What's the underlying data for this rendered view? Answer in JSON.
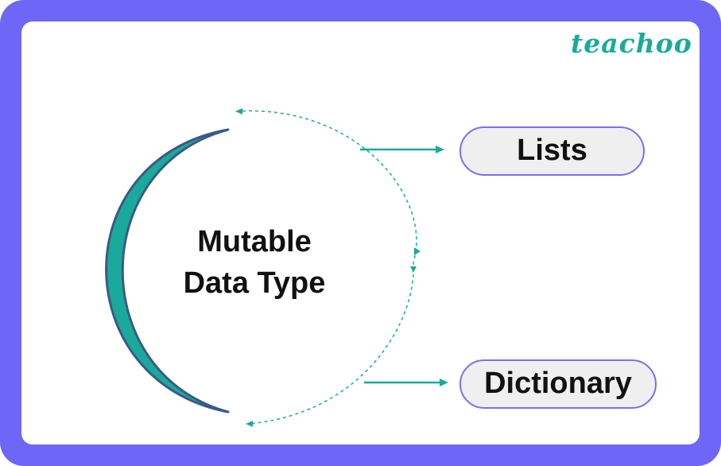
{
  "brand": {
    "logo_text": "teachoo",
    "logo_color": "#1aaa9c",
    "frame_color": "#6e66f7"
  },
  "diagram": {
    "center_title_line1": "Mutable",
    "center_title_line2": "Data Type",
    "items": [
      {
        "label": "Lists"
      },
      {
        "label": "Dictionary"
      }
    ],
    "colors": {
      "crescent_fill": "#1aaa9c",
      "crescent_outline": "#3a5a85",
      "arrow": "#1aaa9c",
      "pill_border": "#7a6ff5",
      "pill_fill": "#efeff0"
    }
  }
}
